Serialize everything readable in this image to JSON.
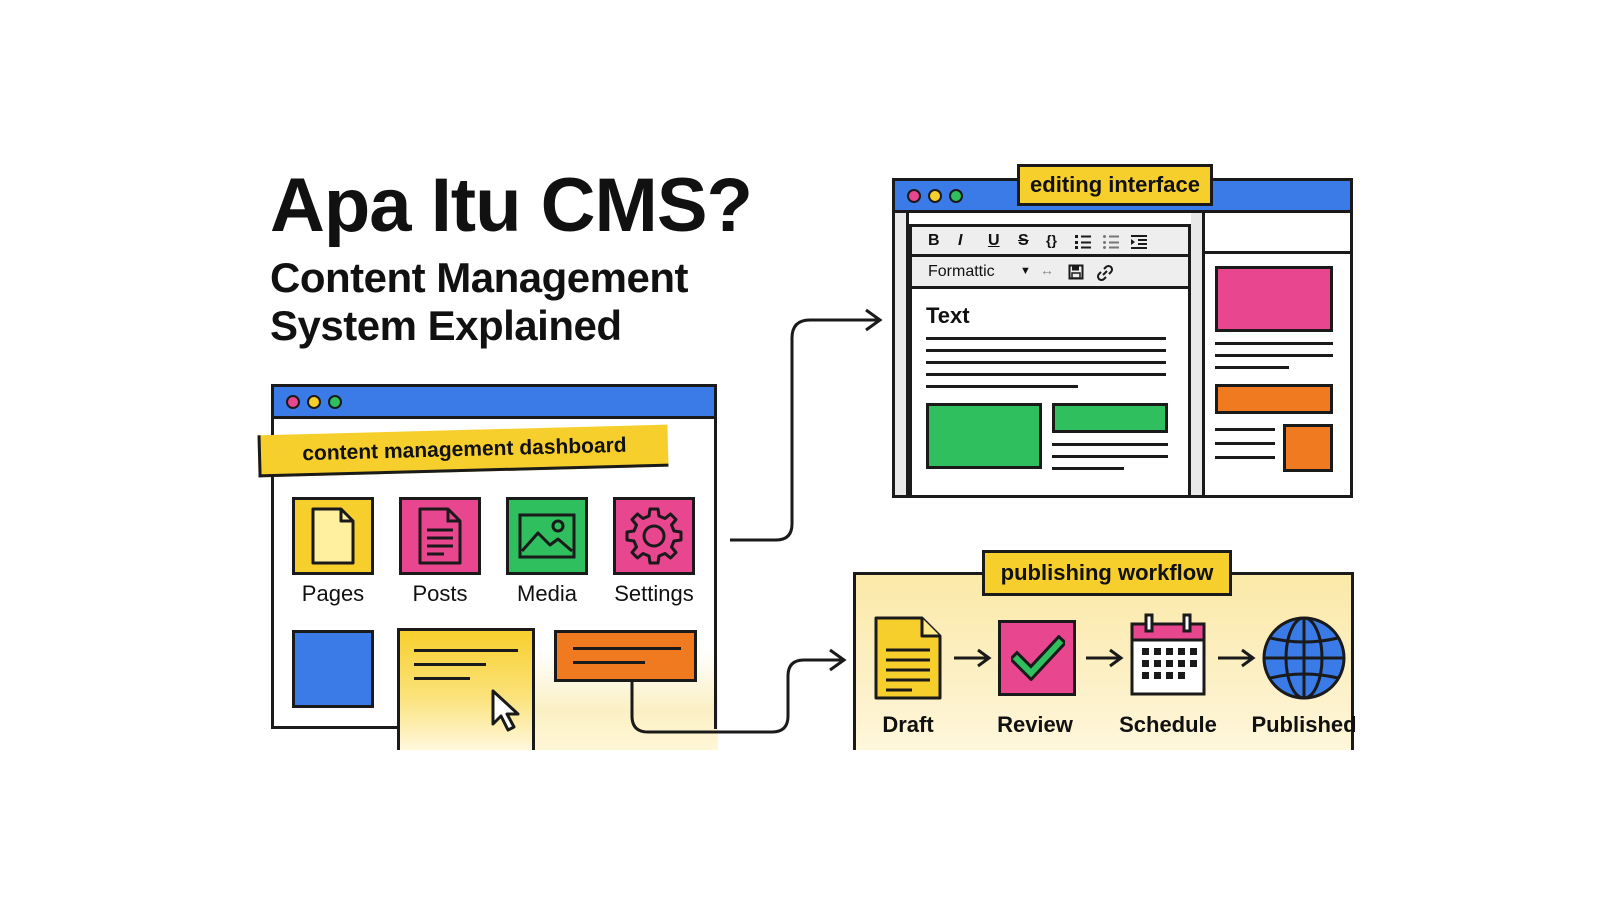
{
  "header": {
    "title": "Apa Itu CMS?",
    "subtitle_line1": "Content Management",
    "subtitle_line2": "System Explained"
  },
  "dashboard": {
    "tag": "content management dashboard",
    "tiles": [
      {
        "label": "Pages",
        "color": "#f7cf2d",
        "icon": "page-icon"
      },
      {
        "label": "Posts",
        "color": "#e8468f",
        "icon": "post-icon"
      },
      {
        "label": "Media",
        "color": "#2fbf5f",
        "icon": "image-icon"
      },
      {
        "label": "Settings",
        "color": "#e8468f",
        "icon": "gear-icon"
      }
    ]
  },
  "editor": {
    "tag": "editing interface",
    "toolbar": [
      "B",
      "I",
      "U",
      "S",
      "{}"
    ],
    "format_label": "Formattic",
    "text_heading": "Text"
  },
  "workflow": {
    "tag": "publishing workflow",
    "steps": [
      {
        "label": "Draft",
        "icon": "document-icon"
      },
      {
        "label": "Review",
        "icon": "checkmark-icon"
      },
      {
        "label": "Schedule",
        "icon": "calendar-icon"
      },
      {
        "label": "Published",
        "icon": "globe-icon"
      }
    ]
  },
  "colors": {
    "blue": "#3a7be8",
    "yellow": "#f7cf2d",
    "pink": "#e8468f",
    "green": "#2fbf5f",
    "orange": "#f07a1f",
    "pale_yellow": "#fbf0c4"
  }
}
